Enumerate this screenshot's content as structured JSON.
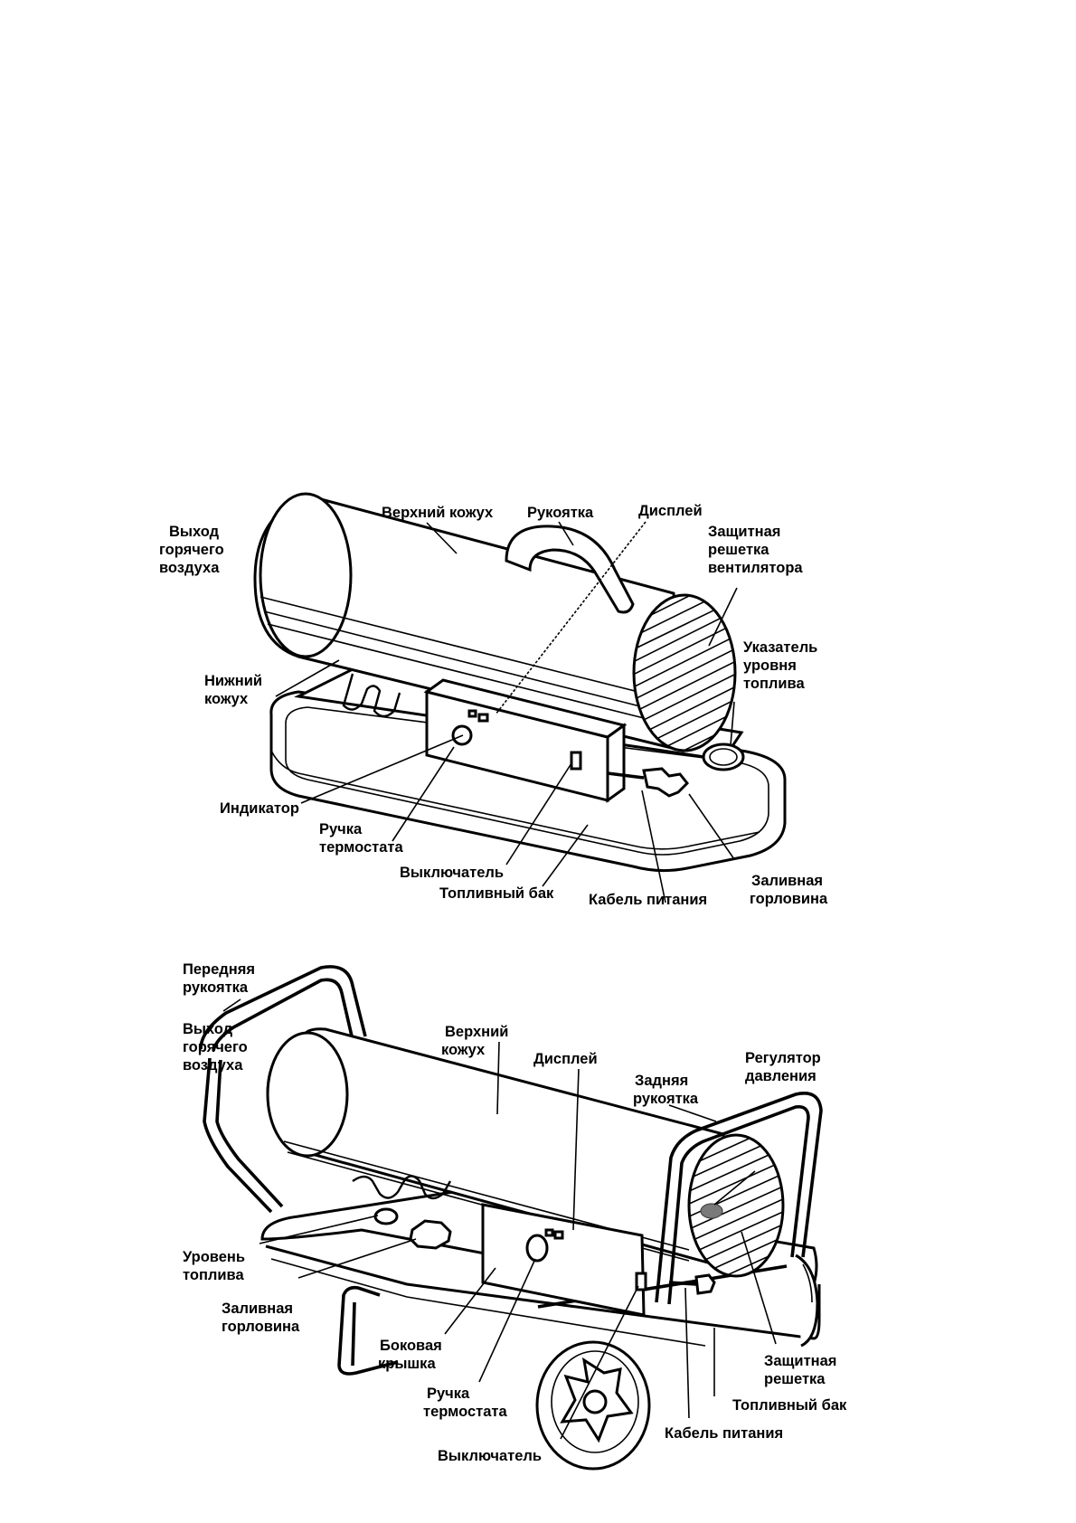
{
  "figure1": {
    "labels": {
      "hot_air_outlet_1": "Выход",
      "hot_air_outlet_2": "горячего",
      "hot_air_outlet_3": "воздуха",
      "top_cover": "Верхний кожух",
      "handle": "Рукоятка",
      "display": "Дисплей",
      "fan_guard_1": "Защитная",
      "fan_guard_2": "решетка",
      "fan_guard_3": "вентилятора",
      "fuel_gauge_1": "Указатель",
      "fuel_gauge_2": "уровня",
      "fuel_gauge_3": "топлива",
      "bottom_cover_1": "Нижний",
      "bottom_cover_2": "кожух",
      "indicator": "Индикатор",
      "thermostat_knob_1": "Ручка",
      "thermostat_knob_2": "термостата",
      "switch": "Выключатель",
      "fuel_tank": "Топливный бак",
      "power_cable": "Кабель питания",
      "filler_neck_1": "Заливная",
      "filler_neck_2": "горловина"
    }
  },
  "figure2": {
    "labels": {
      "front_handle_1": "Передняя",
      "front_handle_2": "рукоятка",
      "hot_air_outlet_1": "Выход",
      "hot_air_outlet_2": "горячего",
      "hot_air_outlet_3": "воздуха",
      "top_cover_1": "Верхний",
      "top_cover_2": "кожух",
      "display": "Дисплей",
      "rear_handle_1": "Задняя",
      "rear_handle_2": "рукоятка",
      "pressure_regulator_1": "Регулятор",
      "pressure_regulator_2": "давления",
      "fuel_level_1": "Уровень",
      "fuel_level_2": "топлива",
      "filler_neck_1": "Заливная",
      "filler_neck_2": "горловина",
      "side_cover_1": "Боковая",
      "side_cover_2": "крышка",
      "thermostat_knob_1": "Ручка",
      "thermostat_knob_2": "термостата",
      "switch": "Выключатель",
      "guard_1": "Защитная",
      "guard_2": "решетка",
      "fuel_tank": "Топливный бак",
      "power_cable": "Кабель питания"
    }
  }
}
